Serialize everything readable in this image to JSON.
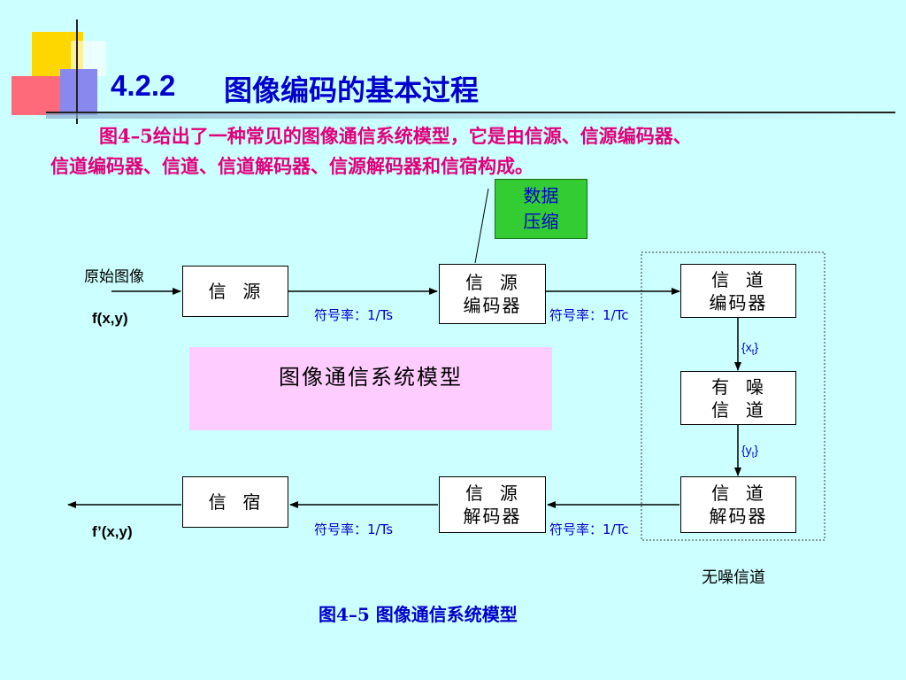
{
  "title": {
    "number": "4.2.2",
    "text": "图像编码的基本过程"
  },
  "paragraph": {
    "line1": "图4–5给出了一种常见的图像通信系统模型，它是由信源、信源编码器、",
    "line2": "信道编码器、信道、信道解码器、信源解码器和信宿构成。"
  },
  "callout": {
    "line1": "数据",
    "line2": "压缩"
  },
  "diagram": {
    "input_label": "原始图像",
    "input_var": "f(x,y)",
    "output_var": "f’(x,y)",
    "source": "信  源",
    "source_encoder": {
      "line1": "信  源",
      "line2": "编码器"
    },
    "channel_encoder": {
      "line1": "信  道",
      "line2": "编码器"
    },
    "noisy_channel": {
      "line1": "有  噪",
      "line2": "信  道"
    },
    "channel_decoder": {
      "line1": "信  道",
      "line2": "解码器"
    },
    "source_decoder": {
      "line1": "信  源",
      "line2": "解码器"
    },
    "sink": "信  宿",
    "rate_source_top": "符号率：1/Ts",
    "rate_channel_top": "符号率：1/Tc",
    "rate_source_bottom": "符号率：1/Ts",
    "rate_channel_bottom": "符号率：1/Tc",
    "xt_base": "{x",
    "xt_sub": "t",
    "xt_close": "}",
    "yt_base": "{y",
    "yt_sub": "t",
    "yt_close": "}",
    "noiseless_channel": "无噪信道",
    "model_label": "图像通信系统模型"
  },
  "caption": "图4–5  图像通信系统模型",
  "colors": {
    "background": "#ccffff",
    "title": "#0000cc",
    "paragraph": "#e0007a",
    "callout_fill": "#33cc33",
    "model_fill": "#ffccff"
  }
}
